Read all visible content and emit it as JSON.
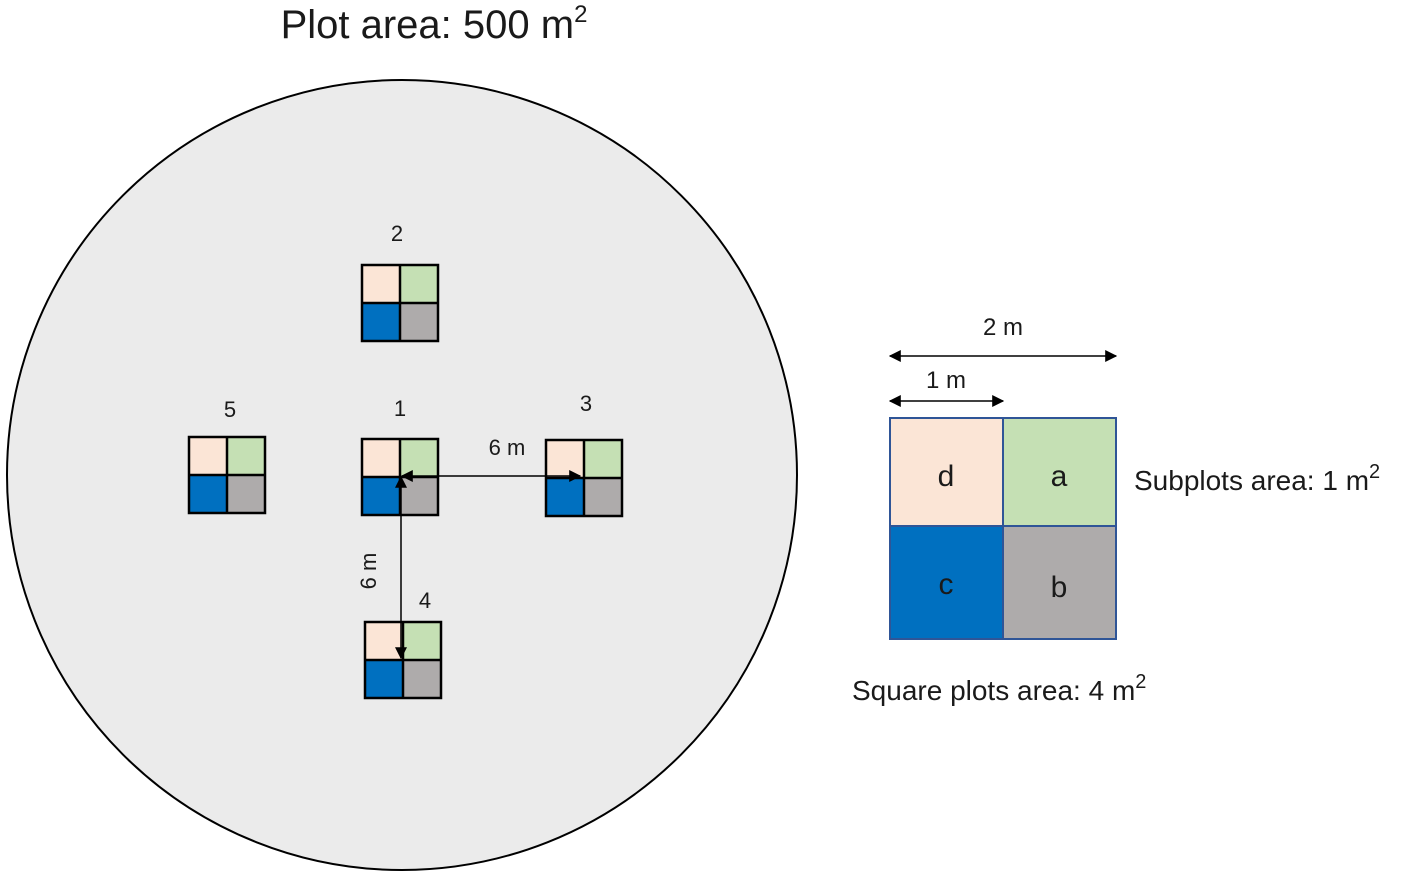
{
  "title": {
    "prefix": "Plot area: 500 m",
    "sup": "2"
  },
  "colors": {
    "plot_circle_fill": "#ebebeb",
    "subplot_d": "#fbe5d6",
    "subplot_a": "#c5e0b4",
    "subplot_c": "#0070c0",
    "subplot_b": "#aeabab",
    "square_border": "#000000",
    "detail_border": "#2f5597"
  },
  "square_plots": [
    {
      "id": "1",
      "label": "1"
    },
    {
      "id": "2",
      "label": "2"
    },
    {
      "id": "3",
      "label": "3"
    },
    {
      "id": "4",
      "label": "4"
    },
    {
      "id": "5",
      "label": "5"
    }
  ],
  "distances": {
    "horizontal": "6 m",
    "vertical": "6 m"
  },
  "detail": {
    "width_total": "2 m",
    "width_sub": "1 m",
    "subplots": {
      "d": "d",
      "a": "a",
      "c": "c",
      "b": "b"
    },
    "subplot_area": {
      "prefix": "Subplots area: 1 m",
      "sup": "2"
    },
    "square_area": {
      "prefix": "Square plots area: 4 m",
      "sup": "2"
    }
  }
}
